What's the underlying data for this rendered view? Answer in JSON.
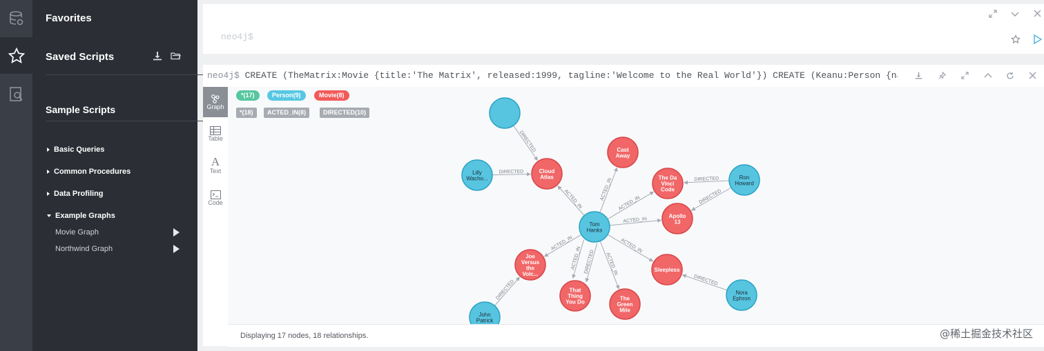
{
  "sidebar": {
    "favorites_title": "Favorites",
    "saved_scripts_title": "Saved Scripts",
    "sample_scripts_title": "Sample Scripts",
    "tree": [
      {
        "label": "Basic Queries",
        "expanded": false
      },
      {
        "label": "Common Procedures",
        "expanded": false
      },
      {
        "label": "Data Profiling",
        "expanded": false
      },
      {
        "label": "Example Graphs",
        "expanded": true
      }
    ],
    "example_graphs": [
      "Movie Graph",
      "Northwind Graph"
    ]
  },
  "editor": {
    "prompt": "neo4j$"
  },
  "result": {
    "prompt": "neo4j$",
    "command": "CREATE (TheMatrix:Movie {title:'The Matrix', released:1999, tagline:'Welcome to the Real World'}) CREATE (Keanu:Person {name:'K…",
    "nav": [
      "Graph",
      "Table",
      "Text",
      "Code"
    ],
    "node_pills": [
      {
        "label": "*(17)",
        "color": "#57c7a0"
      },
      {
        "label": "Person(9)",
        "color": "#57c7e3"
      },
      {
        "label": "Movie(8)",
        "color": "#f25a5a"
      }
    ],
    "rel_pills": [
      "*(18)",
      "ACTED_IN(8)",
      "DIRECTED(10)"
    ],
    "status": "Displaying 17 nodes, 18 relationships."
  },
  "graph": {
    "colors": {
      "person": "#57c5e0",
      "person_stroke": "#2ba3c4",
      "movie": "#f16667",
      "movie_stroke": "#d7464a",
      "edge": "#a5abb6"
    },
    "nodes": [
      {
        "id": "tom",
        "type": "person",
        "lines": [
          "Tom",
          "Hanks"
        ]
      },
      {
        "id": "lilly",
        "type": "person",
        "lines": [
          "Lilly",
          "Wacho..."
        ]
      },
      {
        "id": "ron",
        "type": "person",
        "lines": [
          "Ron",
          "Howard"
        ]
      },
      {
        "id": "nora",
        "type": "person",
        "lines": [
          "Nora",
          "Ephron"
        ]
      },
      {
        "id": "john",
        "type": "person",
        "lines": [
          "John",
          "Patrick"
        ]
      },
      {
        "id": "top",
        "type": "person",
        "lines": []
      },
      {
        "id": "cloud",
        "type": "movie",
        "lines": [
          "Cloud",
          "Atlas"
        ]
      },
      {
        "id": "cast",
        "type": "movie",
        "lines": [
          "Cast",
          "Away"
        ]
      },
      {
        "id": "davinci",
        "type": "movie",
        "lines": [
          "The Da",
          "Vinci",
          "Code"
        ]
      },
      {
        "id": "apollo",
        "type": "movie",
        "lines": [
          "Apollo",
          "13"
        ]
      },
      {
        "id": "sleepless",
        "type": "movie",
        "lines": [
          "Sleepless"
        ]
      },
      {
        "id": "joe",
        "type": "movie",
        "lines": [
          "Joe",
          "Versus",
          "the",
          "Volc..."
        ]
      },
      {
        "id": "thatthing",
        "type": "movie",
        "lines": [
          "That",
          "Thing",
          "You Do"
        ]
      },
      {
        "id": "greenmile",
        "type": "movie",
        "lines": [
          "The",
          "Green",
          "Mile"
        ]
      }
    ],
    "edges": [
      {
        "from": "tom",
        "to": "cloud",
        "label": "ACTED_IN"
      },
      {
        "from": "tom",
        "to": "cast",
        "label": "ACTED_IN"
      },
      {
        "from": "tom",
        "to": "davinci",
        "label": "ACTED_IN"
      },
      {
        "from": "tom",
        "to": "apollo",
        "label": "ACTED_IN"
      },
      {
        "from": "tom",
        "to": "sleepless",
        "label": "ACTED_IN"
      },
      {
        "from": "tom",
        "to": "joe",
        "label": "ACTED_IN"
      },
      {
        "from": "tom",
        "to": "thatthing",
        "label": "DIRECTED"
      },
      {
        "from": "tom",
        "to": "thatthing",
        "label": "ACTED_IN"
      },
      {
        "from": "tom",
        "to": "greenmile",
        "label": "ACTED_IN"
      },
      {
        "from": "lilly",
        "to": "cloud",
        "label": "DIRECTED"
      },
      {
        "from": "top",
        "to": "cloud",
        "label": "DIRECTED"
      },
      {
        "from": "ron",
        "to": "davinci",
        "label": "DIRECTED"
      },
      {
        "from": "ron",
        "to": "apollo",
        "label": "DIRECTED"
      },
      {
        "from": "nora",
        "to": "sleepless",
        "label": "DIRECTED"
      },
      {
        "from": "john",
        "to": "joe",
        "label": "DIRECTED"
      }
    ]
  },
  "watermark": "@稀土掘金技术社区"
}
